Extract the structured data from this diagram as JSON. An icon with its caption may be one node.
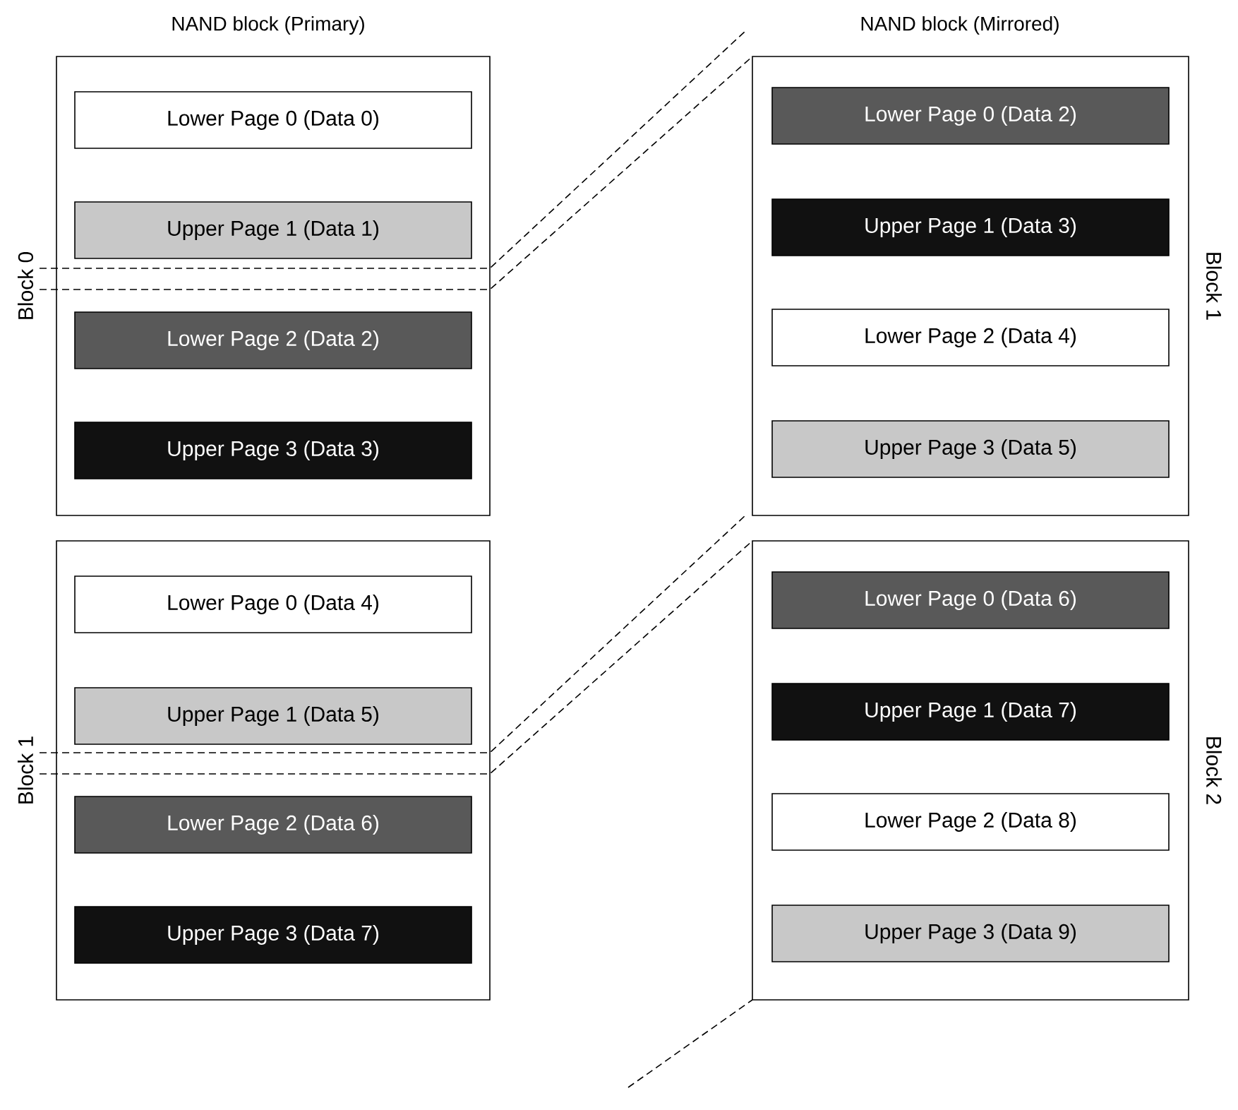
{
  "diagram": {
    "nodes": [
      {
        "text": [],
        "shape": "box",
        "beside": [
          "Block 0"
        ]
      },
      {
        "text": [
          "Lower Page 0 (Data 0)"
        ],
        "in": 0
      },
      {
        "text": [
          "Upper Page 1 (Data 1)"
        ],
        "in": 0
      },
      {
        "text": [
          "Lower Page 2 (Data 2)"
        ],
        "in": 0
      },
      {
        "text": [
          "Upper Page 3 (Data 3)"
        ],
        "in": 0
      },
      {
        "text": [],
        "shape": "box",
        "beside": [
          "Block 1"
        ]
      },
      {
        "text": [
          "Lower Page 0 (Data 4)"
        ],
        "in": 5
      },
      {
        "text": [
          "Upper Page 1 (Data 5)"
        ],
        "in": 5
      },
      {
        "text": [
          "Lower Page 2 (Data 6)"
        ],
        "in": 5
      },
      {
        "text": [
          "Upper Page 3 (Data 7)"
        ],
        "in": 5
      },
      {
        "text": [],
        "shape": "box",
        "beside": [
          "Block 1"
        ]
      },
      {
        "text": [
          "Lower Page 0 (Data 2)"
        ],
        "in": 10
      },
      {
        "text": [
          "Upper Page 1 (Data 3)"
        ],
        "in": 10
      },
      {
        "text": [
          "Lower Page 2 (Data 4)"
        ],
        "in": 10
      },
      {
        "text": [
          "Upper Page 3 (Data 5)"
        ],
        "in": 10
      },
      {
        "text": [],
        "shape": "box",
        "beside": [
          "Block 2"
        ]
      },
      {
        "text": [
          "Lower Page 0 (Data 6)"
        ],
        "in": 15
      },
      {
        "text": [
          "Upper Page 1 (Data 7)"
        ],
        "in": 15
      },
      {
        "text": [
          "Lower Page 2 (Data 8)"
        ],
        "in": 15
      },
      {
        "text": [
          "Upper Page 3 (Data 9)"
        ],
        "in": 15
      }
    ],
    "labels": [
      "NAND block (Primary)",
      "NAND block (Mirrored)"
    ]
  }
}
